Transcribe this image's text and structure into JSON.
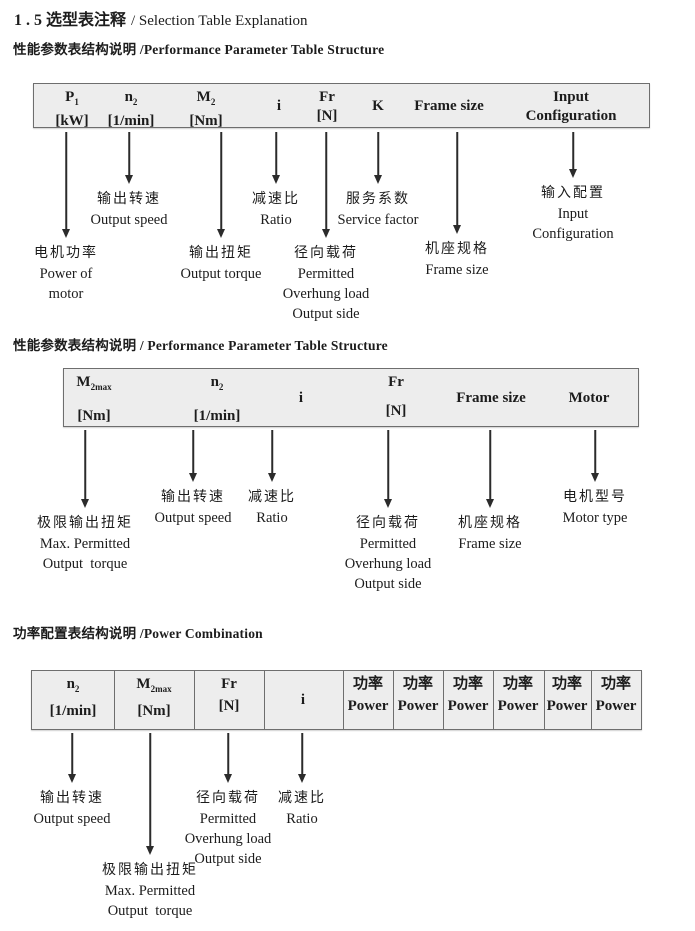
{
  "title": {
    "zh": "1 . 5 选型表注释",
    "en": "/ Selection Table Explanation"
  },
  "s1": {
    "h": "性能参数表结构说明 /Performance Parameter Table Structure",
    "cols": [
      {
        "l1": "P",
        "sub": "1",
        "l2": "[kW]"
      },
      {
        "l1": "n",
        "sub": "2",
        "l2": "[1/min]"
      },
      {
        "l1": "M",
        "sub": "2",
        "l2": "[Nm]"
      },
      {
        "l1": "i"
      },
      {
        "l1": "Fr",
        "l2": "[N]"
      },
      {
        "l1": "K"
      },
      {
        "l1": "Frame size"
      },
      {
        "l1": "Input",
        "l2": "Configuration"
      }
    ],
    "ann": [
      {
        "l": [
          "电机功率",
          "Power of",
          "motor"
        ]
      },
      {
        "l": [
          "输出转速",
          "Output speed"
        ]
      },
      {
        "l": [
          "输出扭矩",
          "Output torque"
        ]
      },
      {
        "l": [
          "减速比",
          "Ratio"
        ]
      },
      {
        "l": [
          "径向载荷",
          "Permitted",
          "Overhung load",
          "Output side"
        ]
      },
      {
        "l": [
          "服务系数",
          "Service factor"
        ]
      },
      {
        "l": [
          "机座规格",
          "Frame size"
        ]
      },
      {
        "l": [
          "输入配置",
          "Input",
          "Configuration"
        ]
      }
    ]
  },
  "s2": {
    "h": "性能参数表结构说明 / Performance Parameter Table Structure",
    "cols": [
      {
        "l1": "M",
        "sub": "2max",
        "l2": "[Nm]"
      },
      {
        "l1": "n",
        "sub": "2",
        "l2": "[1/min]"
      },
      {
        "l1": "i"
      },
      {
        "l1": "Fr",
        "l2": "[N]"
      },
      {
        "l1": "Frame size"
      },
      {
        "l1": "Motor"
      }
    ],
    "ann": [
      {
        "l": [
          "极限输出扭矩",
          "Max. Permitted",
          "Output  torque"
        ]
      },
      {
        "l": [
          "输出转速",
          "Output speed"
        ]
      },
      {
        "l": [
          "减速比",
          "Ratio"
        ]
      },
      {
        "l": [
          "径向载荷",
          "Permitted",
          "Overhung load",
          "Output side"
        ]
      },
      {
        "l": [
          "机座规格",
          "Frame size"
        ]
      },
      {
        "l": [
          "电机型号",
          "Motor type"
        ]
      }
    ]
  },
  "s3": {
    "h": "功率配置表结构说明 /Power Combination",
    "cols": [
      {
        "l1": "n",
        "sub": "2",
        "l2": "[1/min]"
      },
      {
        "l1": "M",
        "sub": "2max",
        "l2": "[Nm]"
      },
      {
        "l1": "Fr",
        "l2": "[N]"
      },
      {
        "l1": "i"
      },
      {
        "l1": "功率",
        "l2": "Power"
      },
      {
        "l1": "功率",
        "l2": "Power"
      },
      {
        "l1": "功率",
        "l2": "Power"
      },
      {
        "l1": "功率",
        "l2": "Power"
      },
      {
        "l1": "功率",
        "l2": "Power"
      },
      {
        "l1": "功率",
        "l2": "Power"
      }
    ],
    "ann": [
      {
        "l": [
          "输出转速",
          "Output speed"
        ]
      },
      {
        "l": [
          "极限输出扭矩",
          "Max. Permitted",
          "Output  torque"
        ]
      },
      {
        "l": [
          "径向载荷",
          "Permitted",
          "Overhung load",
          "Output side"
        ]
      },
      {
        "l": [
          "减速比",
          "Ratio"
        ]
      }
    ]
  }
}
